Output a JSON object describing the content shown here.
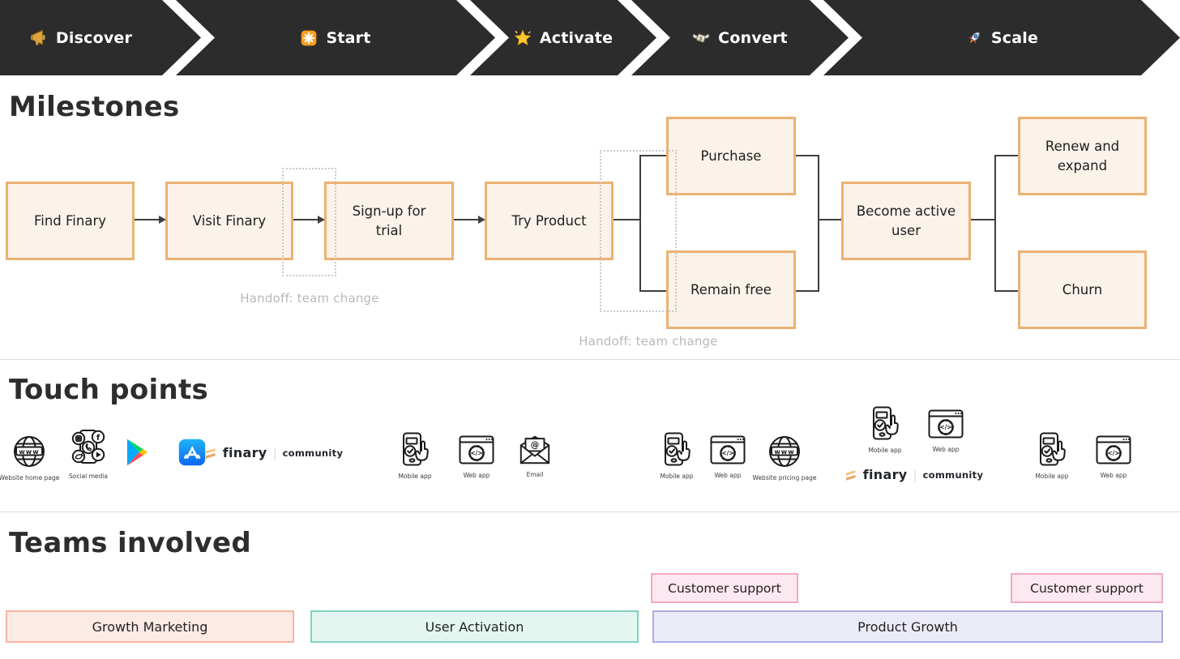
{
  "banner": {
    "stages": [
      {
        "icon": "megaphone",
        "label": "Discover"
      },
      {
        "icon": "spark",
        "label": "Start"
      },
      {
        "icon": "glowing-star",
        "label": "Activate"
      },
      {
        "icon": "money-with-wings",
        "label": "Convert"
      },
      {
        "icon": "rocket",
        "label": "Scale"
      }
    ]
  },
  "milestones": {
    "title": "Milestones",
    "boxes": [
      {
        "label": "Find Finary"
      },
      {
        "label": "Visit Finary"
      },
      {
        "label": "Sign-up for trial"
      },
      {
        "label": "Try Product"
      },
      {
        "label": "Purchase"
      },
      {
        "label": "Remain free"
      },
      {
        "label": "Become active user"
      },
      {
        "label": "Renew and expand"
      },
      {
        "label": "Churn"
      }
    ],
    "handoffs": [
      {
        "label": "Handoff: team change"
      },
      {
        "label": "Handoff: team change"
      }
    ]
  },
  "touch_points": {
    "title": "Touch points",
    "items": [
      {
        "icon": "website",
        "label": "Website home page"
      },
      {
        "icon": "social-media",
        "label": "Social media"
      },
      {
        "icon": "google-play",
        "label": ""
      },
      {
        "icon": "app-store",
        "label": ""
      },
      {
        "icon": "finary-community",
        "label": ""
      },
      {
        "icon": "mobile-app",
        "label": "Mobile app"
      },
      {
        "icon": "web-app",
        "label": "Web app"
      },
      {
        "icon": "email",
        "label": "Email"
      },
      {
        "icon": "mobile-app",
        "label": "Mobile app"
      },
      {
        "icon": "web-app",
        "label": "Web app"
      },
      {
        "icon": "website",
        "label": "Website pricing page"
      },
      {
        "icon": "mobile-app",
        "label": "Mobile app"
      },
      {
        "icon": "web-app",
        "label": "Web app"
      },
      {
        "icon": "finary-community",
        "label": ""
      },
      {
        "icon": "mobile-app",
        "label": "Mobile app"
      },
      {
        "icon": "web-app",
        "label": "Web app"
      }
    ],
    "finary_logo": {
      "brand": "finary",
      "divider": "|",
      "suffix": "community"
    }
  },
  "teams": {
    "title": "Teams involved",
    "bars": [
      {
        "label": "Growth Marketing",
        "fill": "#FCEBE5",
        "border": "#F6B4A1"
      },
      {
        "label": "User Activation",
        "fill": "#E3F7F0",
        "border": "#7FD2C1"
      },
      {
        "label": "Product Growth",
        "fill": "#EBEBF8",
        "border": "#ACACE5"
      }
    ],
    "support_boxes": [
      {
        "label": "Customer support"
      },
      {
        "label": "Customer support"
      }
    ]
  },
  "colors": {
    "banner_bg": "#2d2c2c",
    "milestone_fill": "#FBF2EA",
    "milestone_border": "#EBB273",
    "connector": "#3f3f3f",
    "handoff_text": "#b9b9b9"
  }
}
